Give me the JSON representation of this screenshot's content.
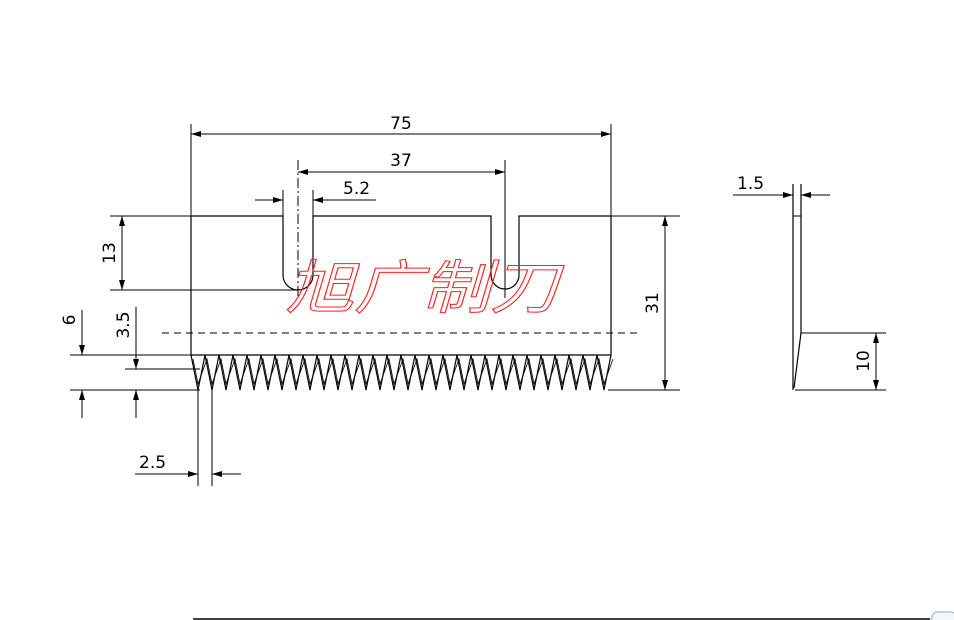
{
  "drawing": {
    "dimensions": {
      "overall_width": "75",
      "slot_spacing": "37",
      "slot_width": "5.2",
      "slot_depth": "13",
      "total_height": "31",
      "tooth_zone": "6",
      "tooth_depth": "3.5",
      "tooth_pitch": "2.5",
      "thickness": "1.5",
      "bevel_height": "10"
    },
    "tooth_count": 30,
    "watermark": "旭广制刀",
    "watermark_color": "#ff2020"
  }
}
